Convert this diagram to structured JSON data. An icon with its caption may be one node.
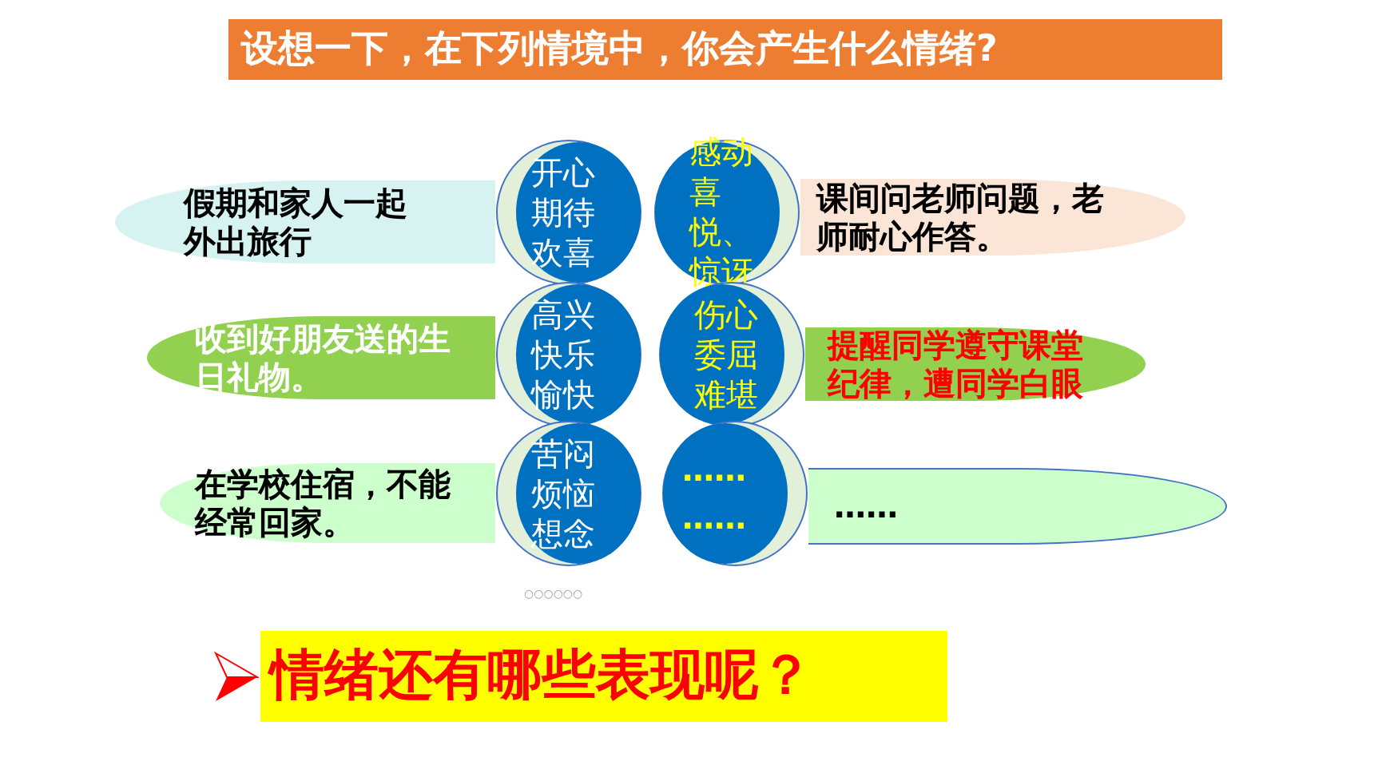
{
  "diagram": {
    "title": "设想一下，在下列情境中，你会产生什么情绪?",
    "nodes": [
      {
        "text": [
          "假期和家人一起外出旅行"
        ]
      },
      {
        "text": [
          "开心期待欢喜"
        ]
      },
      {
        "text": [
          "感动喜悦、惊讶"
        ]
      },
      {
        "text": [
          "课间问老师问题，老师耐心作答。"
        ]
      },
      {
        "text": [
          "收到好朋友送的生日礼物。"
        ]
      },
      {
        "text": [
          "高兴快乐愉快"
        ]
      },
      {
        "text": [
          "伤心委屈难堪"
        ]
      },
      {
        "text": [
          "提醒同学遵守课堂纪律，遭同学白眼"
        ]
      },
      {
        "text": [
          "在学校住宿，不能经常回家。"
        ]
      },
      {
        "text": [
          "苦闷烦恼想念"
        ]
      },
      {
        "text": [
          "……",
          "……"
        ]
      },
      {
        "text": [
          "……"
        ]
      }
    ],
    "labels": [
      "○○○○○○",
      "情绪还有哪些表现呢？"
    ]
  }
}
